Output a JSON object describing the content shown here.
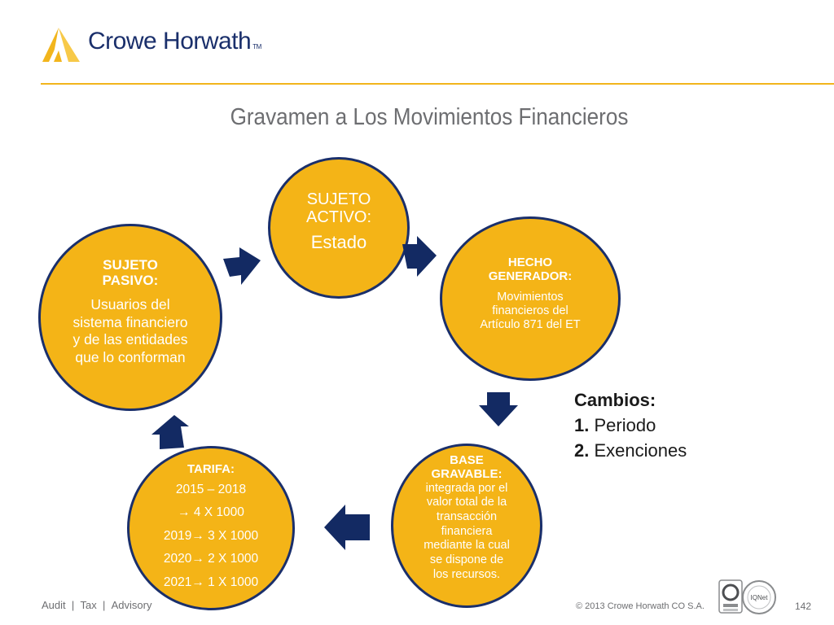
{
  "header": {
    "brand": "Crowe Horwath",
    "brand_tm": "TM"
  },
  "slide": {
    "title": "Gravamen a Los Movimientos Financieros"
  },
  "diagram": {
    "nodes": {
      "sujeto_activo": {
        "label_1": "SUJETO",
        "label_2": "ACTIVO:",
        "text": "Estado"
      },
      "hecho_generador": {
        "label_1": "HECHO",
        "label_2": "GENERADOR:",
        "text_1": "Movimientos",
        "text_2": "financieros del",
        "text_3": "Artículo 871 del ET"
      },
      "base_gravable": {
        "label_1": "BASE",
        "label_2": "GRAVABLE:",
        "text_1": "integrada por el",
        "text_2": "valor total de la",
        "text_3": "transacción",
        "text_4": "financiera",
        "text_5": "mediante la cual",
        "text_6": "se dispone de",
        "text_7": "los recursos."
      },
      "tarifa": {
        "label": "TARIFA:",
        "line_1": "2015 – 2018",
        "line_2": " 4 X 1000",
        "line_3_year": "2019",
        "line_3_rate": " 3 X 1000",
        "line_4_year": "2020",
        "line_4_rate": " 2 X 1000",
        "line_5_year": "2021",
        "line_5_rate": " 1 X 1000"
      },
      "sujeto_pasivo": {
        "label_1": "SUJETO",
        "label_2": "PASIVO:",
        "text_1": "Usuarios del",
        "text_2": "sistema financiero",
        "text_3": "y de las entidades",
        "text_4": "que lo conforman"
      }
    },
    "arrow_glyph": "→",
    "colors": {
      "node_fill": "#f4b417",
      "node_border": "#1a2f6b",
      "arrow": "#132a63",
      "accent": "#f2b51c"
    }
  },
  "cambios": {
    "title": "Cambios:",
    "items": [
      {
        "num": "1.",
        "text": " Periodo"
      },
      {
        "num": "2.",
        "text": " Exenciones"
      }
    ]
  },
  "footer": {
    "audit": "Audit",
    "sep": "|",
    "tax": "Tax",
    "advisory": "Advisory",
    "copyright": "© 2013 Crowe Horwath CO S.A.",
    "page": "142",
    "badge_2": "IQNet"
  }
}
